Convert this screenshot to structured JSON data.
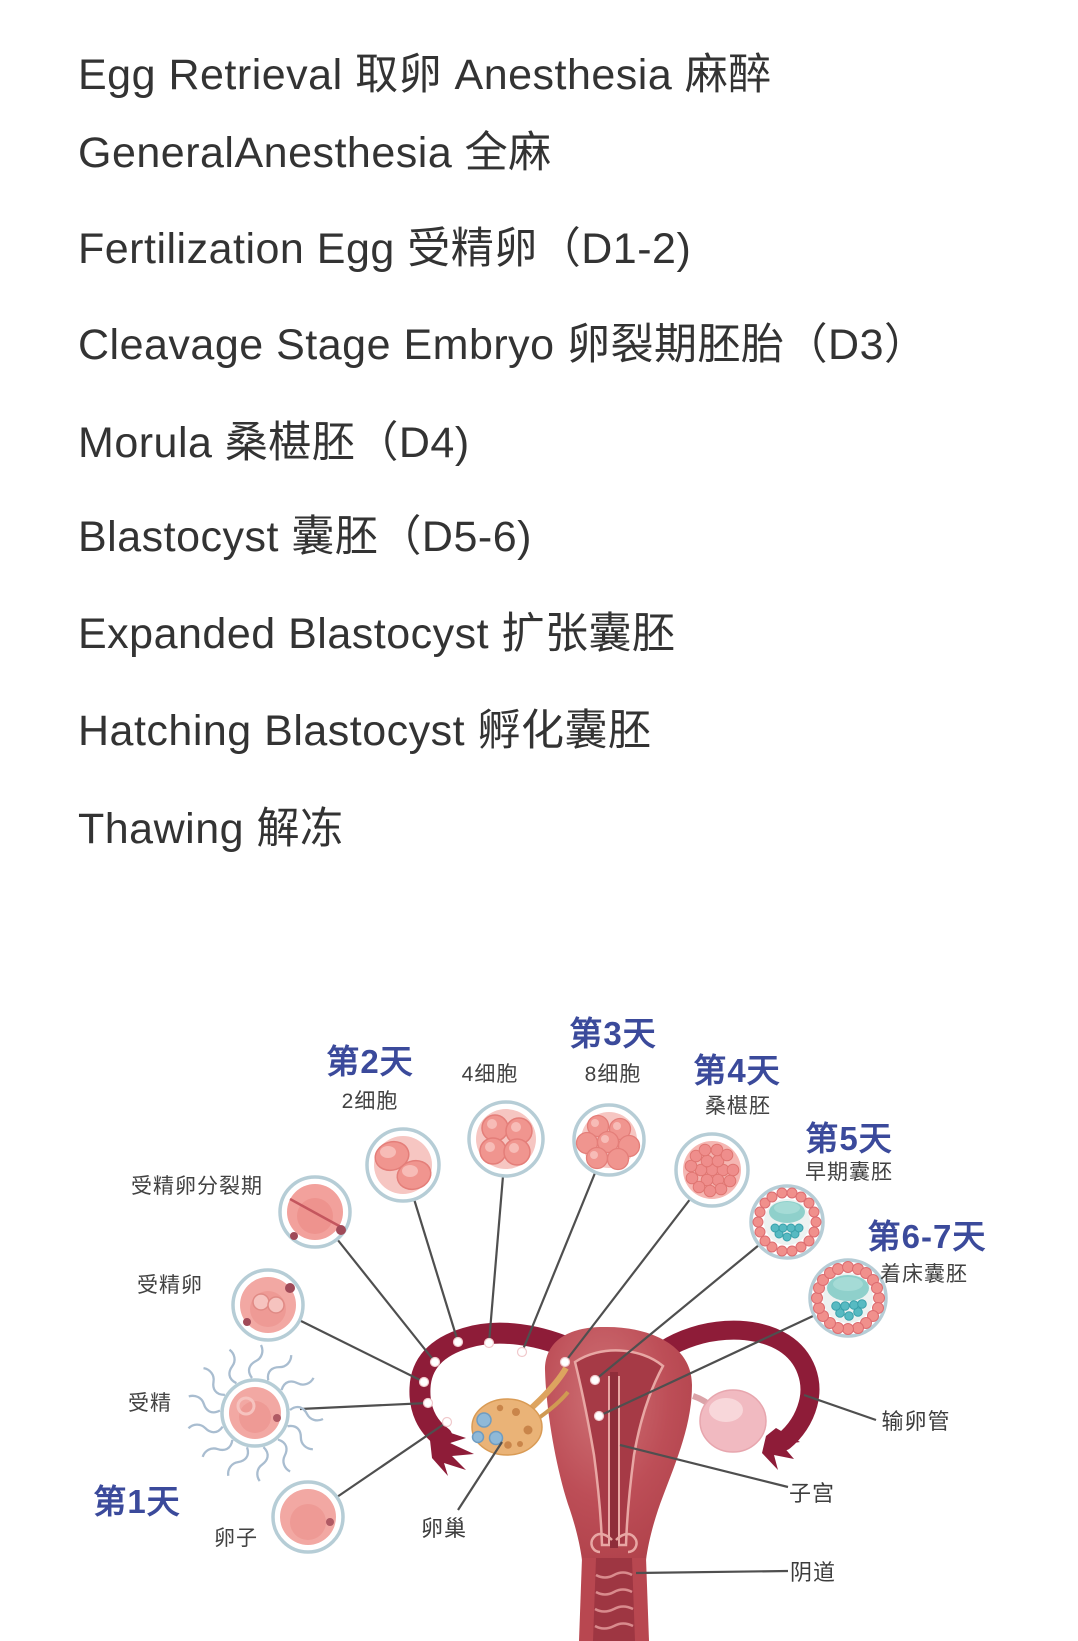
{
  "glossary": {
    "lines": [
      "Egg Retrieval 取卵  Anesthesia 麻醉",
      "GeneralAnesthesia 全麻",
      "Fertilization Egg 受精卵（D1-2)",
      "Cleavage Stage Embryo 卵裂期胚胎（D3）",
      "Morula 桑椹胚（D4)",
      "Blastocyst 囊胚（D5-6)",
      "Expanded Blastocyst 扩张囊胚",
      "Hatching Blastocyst  孵化囊胚",
      "Thawing  解冻"
    ]
  },
  "diagram": {
    "days": {
      "day1": "第1天",
      "day2": "第2天",
      "day3": "第3天",
      "day4": "第4天",
      "day5": "第5天",
      "day6_7": "第6-7天"
    },
    "stages": {
      "egg": "卵子",
      "fertilization": "受精",
      "zygote": "受精卵",
      "zygote_cleavage": "受精卵分裂期",
      "two_cell": "2细胞",
      "four_cell": "4细胞",
      "eight_cell": "8细胞",
      "morula": "桑椹胚",
      "early_blastocyst": "早期囊胚",
      "implantation_blastocyst": "着床囊胚"
    },
    "anatomy": {
      "ovary": "卵巢",
      "fallopian_tube": "输卵管",
      "uterus": "子宫",
      "vagina": "阴道"
    },
    "colors": {
      "day_label": "#3b4a9b",
      "stage_label": "#424242",
      "connector_line": "#4f4f4f",
      "uterus_body": "#bd4e57",
      "uterus_cavity": "#a63a46",
      "fallopian_tube": "#8e1c38",
      "embryo_cell_pink": "#f0958f",
      "blastocyst_teal": "#57bac2",
      "ovary_orange": "#eab377",
      "ovary_pink": "#f1bac1"
    }
  }
}
